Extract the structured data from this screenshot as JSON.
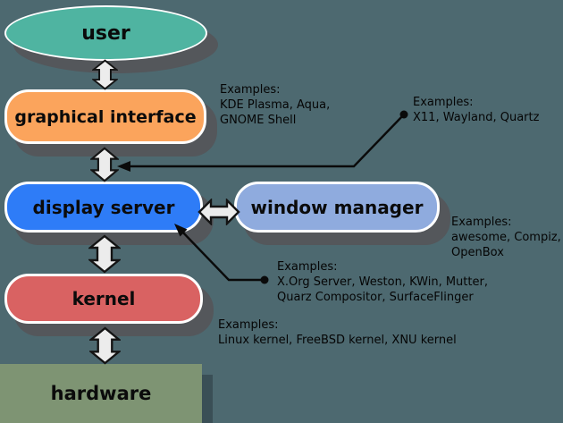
{
  "diagram": {
    "title_hint": "display stack diagram",
    "background_color": "#4D6970",
    "shadow_color": "#54575B"
  },
  "nodes": [
    {
      "id": "user",
      "label": "user",
      "shape": "ellipse",
      "color": "#4FB4A1"
    },
    {
      "id": "graphical-interface",
      "label": "graphical interface",
      "shape": "rounded-rectangle",
      "color": "#FBA45C"
    },
    {
      "id": "display-server",
      "label": "display server",
      "shape": "rounded-rectangle",
      "color": "#2E7CF7"
    },
    {
      "id": "window-manager",
      "label": "window manager",
      "shape": "rounded-rectangle",
      "color": "#8FABDE"
    },
    {
      "id": "kernel",
      "label": "kernel",
      "shape": "rounded-rectangle",
      "color": "#D96262"
    },
    {
      "id": "hardware",
      "label": "hardware",
      "shape": "rectangle",
      "color": "#7E9473"
    }
  ],
  "annotations": [
    {
      "id": "graphical-interface-examples",
      "title": "Examples:",
      "lines": [
        "KDE Plasma, Aqua,",
        "GNOME Shell"
      ]
    },
    {
      "id": "display-protocol-examples",
      "title": "Examples:",
      "lines": [
        "X11, Wayland, Quartz"
      ]
    },
    {
      "id": "window-manager-examples",
      "title": "Examples:",
      "lines": [
        "awesome, Compiz,",
        "OpenBox"
      ]
    },
    {
      "id": "display-server-examples",
      "title": "Examples:",
      "lines": [
        "X.Org Server, Weston, KWin, Mutter,",
        "Quarz Compositor, SurfaceFlinger"
      ]
    },
    {
      "id": "kernel-examples",
      "title": "Examples:",
      "lines": [
        "Linux kernel, FreeBSD kernel, XNU kernel"
      ]
    }
  ]
}
